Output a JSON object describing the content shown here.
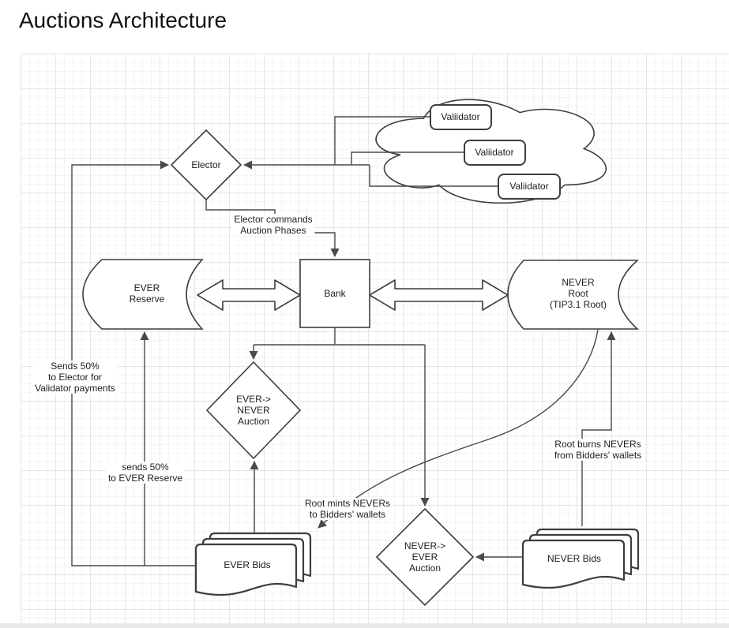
{
  "page": {
    "title": "Auctions Architecture"
  },
  "colors": {
    "shape-stroke": "#3d3d3d",
    "edge-stroke": "#4a4a4a",
    "text": "#1d1d1d",
    "grid-minor": "#f4f4f4",
    "grid-major": "#e6e6e6",
    "background": "#ffffff"
  },
  "nodes": {
    "validators": [
      {
        "label": "Valiidator"
      },
      {
        "label": "Valiidator"
      },
      {
        "label": "Valiidator"
      }
    ],
    "elector": {
      "label": "Elector"
    },
    "bank": {
      "label": "Bank"
    },
    "ever_reserve": {
      "lines": [
        "EVER",
        "Reserve"
      ]
    },
    "never_root": {
      "lines": [
        "NEVER",
        "Root",
        "(TIP3.1 Root)"
      ]
    },
    "ever_never_auction": {
      "lines": [
        "EVER->",
        "NEVER",
        "Auction"
      ]
    },
    "never_ever_auction": {
      "lines": [
        "NEVER->",
        "EVER",
        "Auction"
      ]
    },
    "ever_bids": {
      "label": "EVER Bids"
    },
    "never_bids": {
      "label": "NEVER Bids"
    }
  },
  "edge_labels": {
    "elector_commands": {
      "lines": [
        "Elector commands",
        "Auction Phases"
      ]
    },
    "sends50_elector": {
      "lines": [
        "Sends 50%",
        "to Elector for",
        "Validator payments"
      ]
    },
    "sends50_reserve": {
      "lines": [
        "sends 50%",
        "to EVER Reserve"
      ]
    },
    "root_mints": {
      "lines": [
        "Root mints NEVERs",
        "to Bidders' wallets"
      ]
    },
    "root_burns": {
      "lines": [
        "Root burns NEVERs",
        "from Bidders' wallets"
      ]
    }
  }
}
